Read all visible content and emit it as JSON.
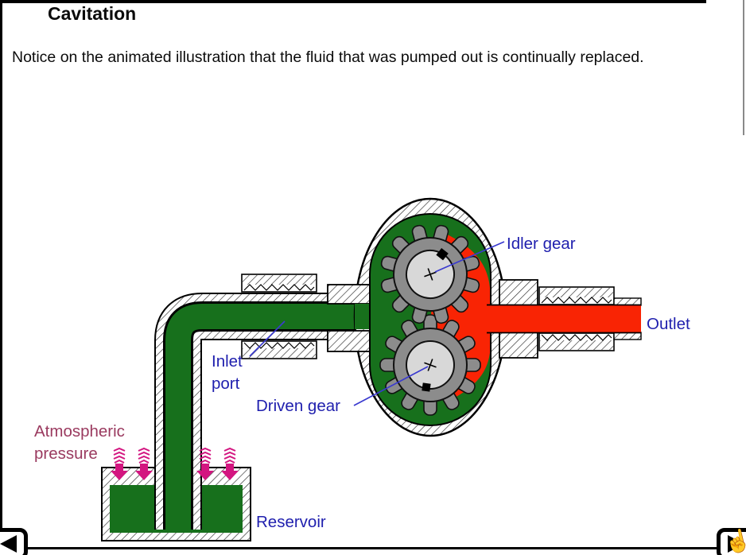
{
  "page": {
    "title": "Cavitation",
    "body_text": "Notice on the animated illustration that the fluid that was pumped out is continually replaced."
  },
  "diagram": {
    "labels": {
      "idler_gear": "Idler gear",
      "outlet": "Outlet",
      "inlet_line1": "Inlet",
      "inlet_line2": "port",
      "driven_gear": "Driven gear",
      "reservoir": "Reservoir",
      "atmospheric_line1": "Atmospheric",
      "atmospheric_line2": "pressure"
    },
    "colors": {
      "fluid_green": "#17701C",
      "fluid_red": "#F92404",
      "label_blue": "#1F1FAE",
      "leader_blue": "#3A3ACF",
      "pressure_arrow_magenta": "#D31580",
      "pressure_text_maroon": "#9A3A5F",
      "gear_gray": "#8C8C8C",
      "gear_hub_gray": "#D8D8D8"
    }
  },
  "nav": {
    "back_icon": "left-triangle",
    "next_icon": "right-triangle",
    "cursor_icon": "hand-pointer"
  }
}
